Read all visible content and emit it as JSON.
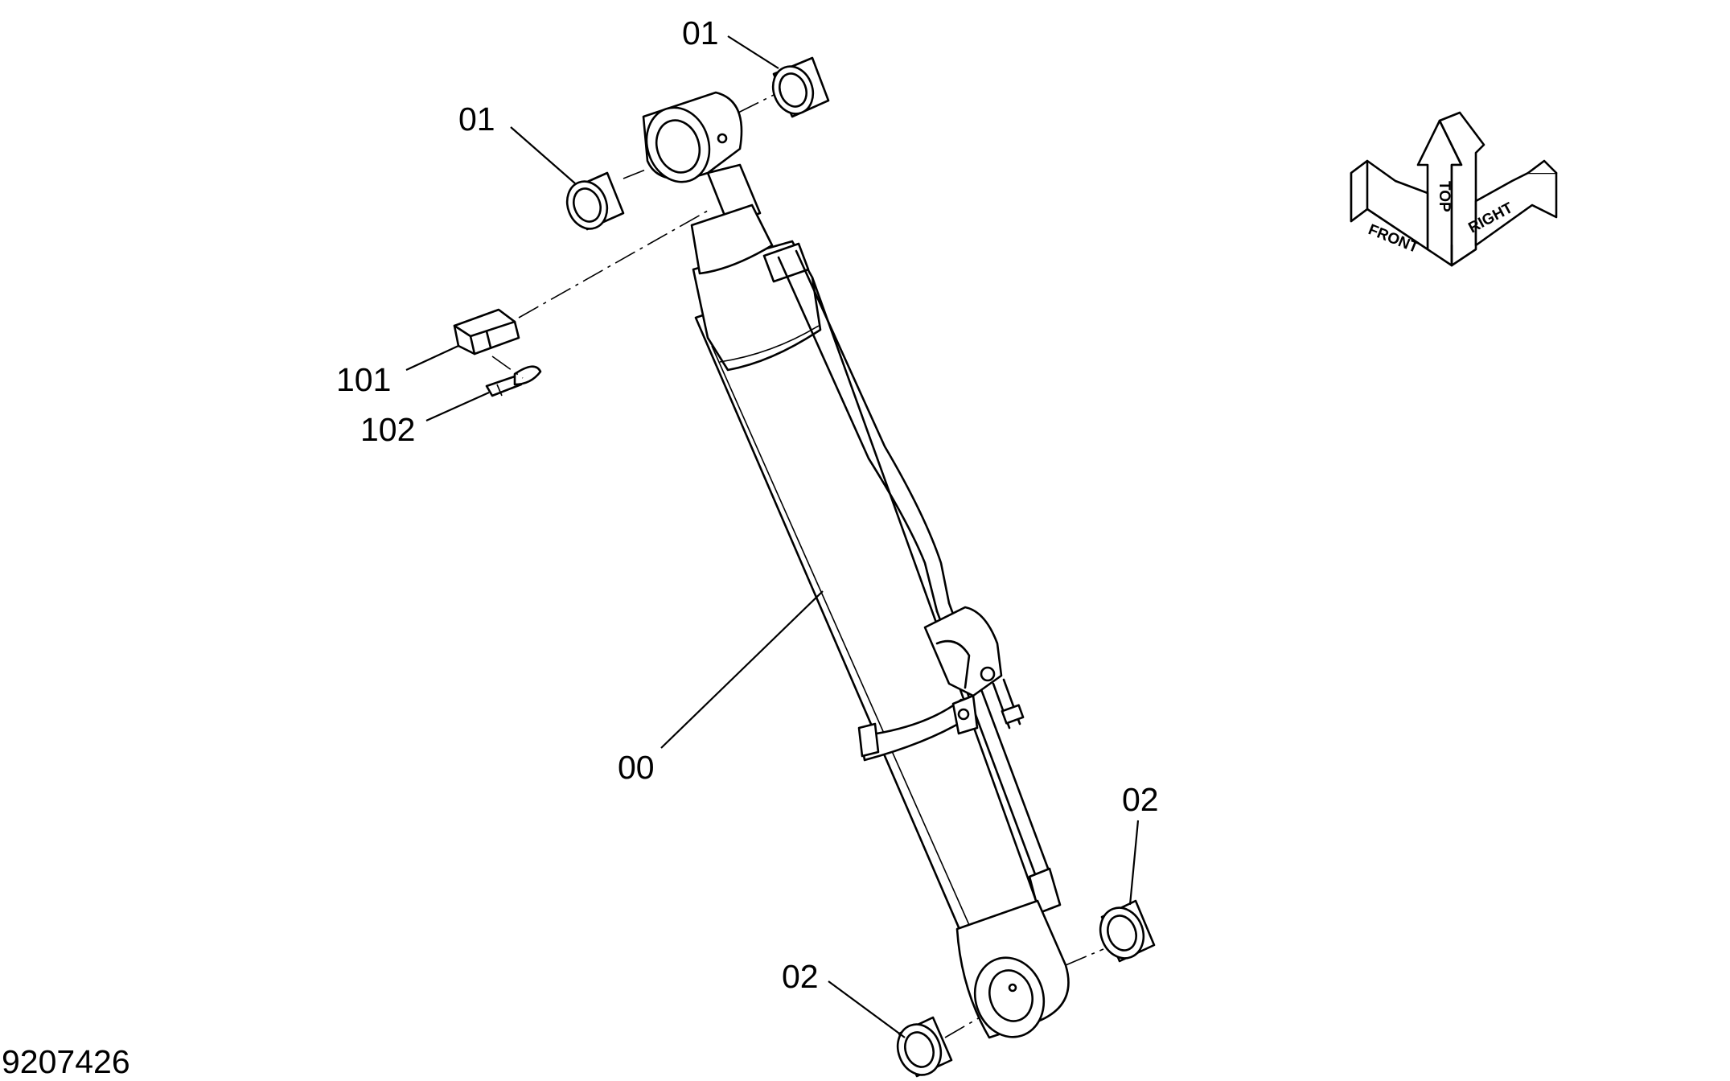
{
  "drawing_number": "9207426",
  "callouts": {
    "bushing_rod_right": "01",
    "bushing_rod_left": "01",
    "grease_fitting_cap": "101",
    "grease_fitting": "102",
    "cylinder_assembly": "00",
    "bushing_bottom_right": "02",
    "bushing_bottom_left": "02"
  },
  "orientation": {
    "top": "TOP",
    "front": "FRONT",
    "right": "RIGHT"
  }
}
